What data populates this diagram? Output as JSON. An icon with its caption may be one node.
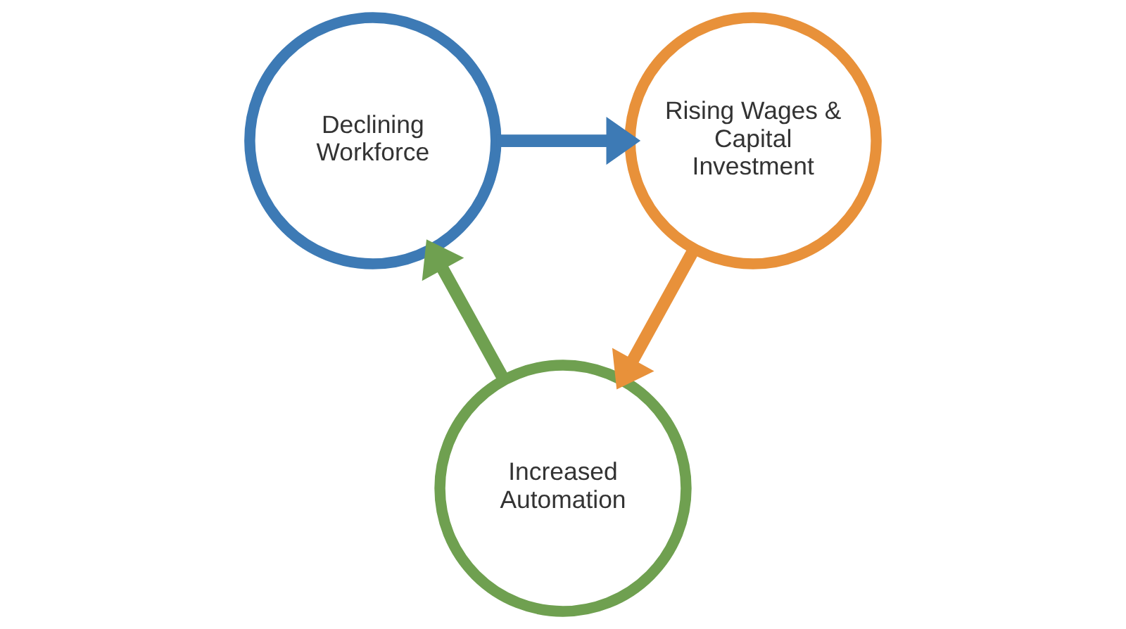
{
  "diagram": {
    "nodes": [
      {
        "text": [
          "Declining Workforce"
        ]
      },
      {
        "text": [
          "Rising Wages & Capital Investment"
        ]
      },
      {
        "text": [
          "Increased Automation"
        ]
      }
    ],
    "edges": [
      {
        "from": 0,
        "to": 1,
        "arrow": "to",
        "color": "#3d7ab5"
      },
      {
        "from": 1,
        "to": 2,
        "arrow": "to",
        "color": "#e8913a"
      },
      {
        "from": 2,
        "to": 0,
        "arrow": "to",
        "color": "#6fa050"
      }
    ]
  }
}
